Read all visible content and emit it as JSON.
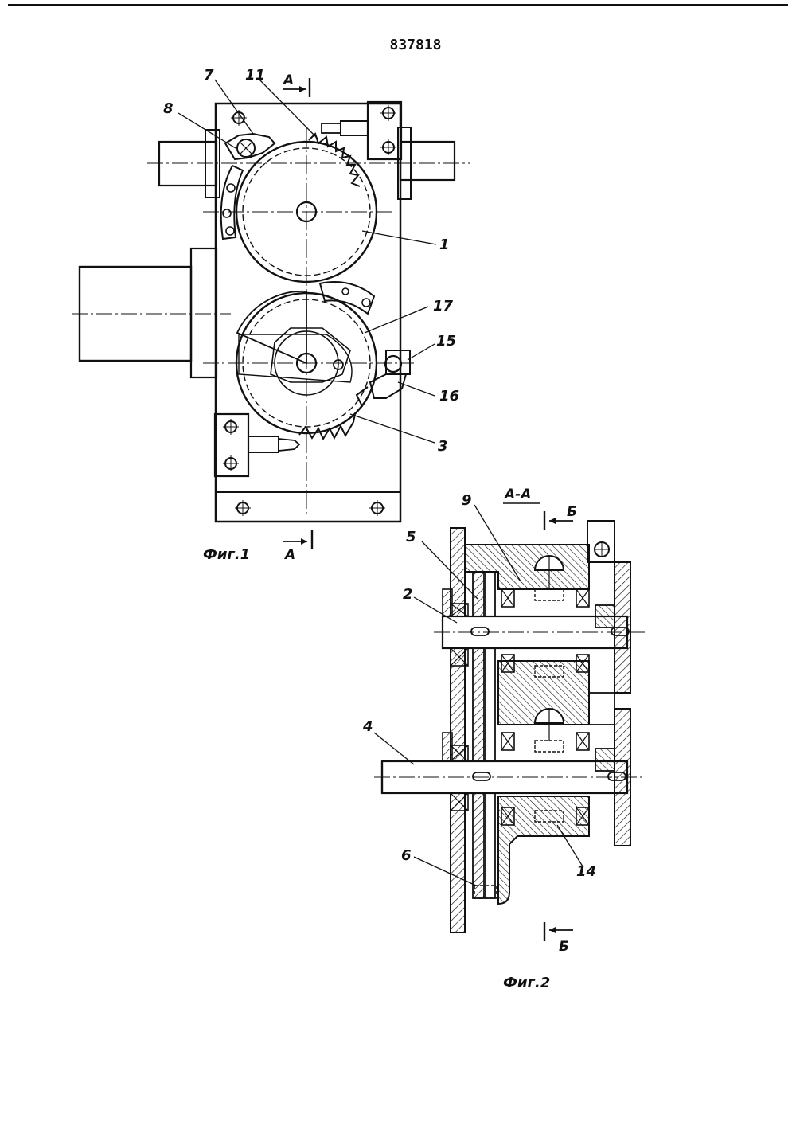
{
  "page": {
    "patent_number": "837818"
  },
  "fig1": {
    "caption": "Фиг.1",
    "section_marker": "А",
    "labels": {
      "l1": "1",
      "l3": "3",
      "l7": "7",
      "l8": "8",
      "l11": "11",
      "l15": "15",
      "l16": "16",
      "l17": "17"
    }
  },
  "fig2": {
    "caption": "Фиг.2",
    "section_title": "А-А",
    "section_marker": "Б",
    "labels": {
      "l2": "2",
      "l4": "4",
      "l5": "5",
      "l6": "6",
      "l9": "9",
      "l14": "14"
    }
  },
  "colors": {
    "ink": "#111111",
    "paper": "#ffffff"
  }
}
